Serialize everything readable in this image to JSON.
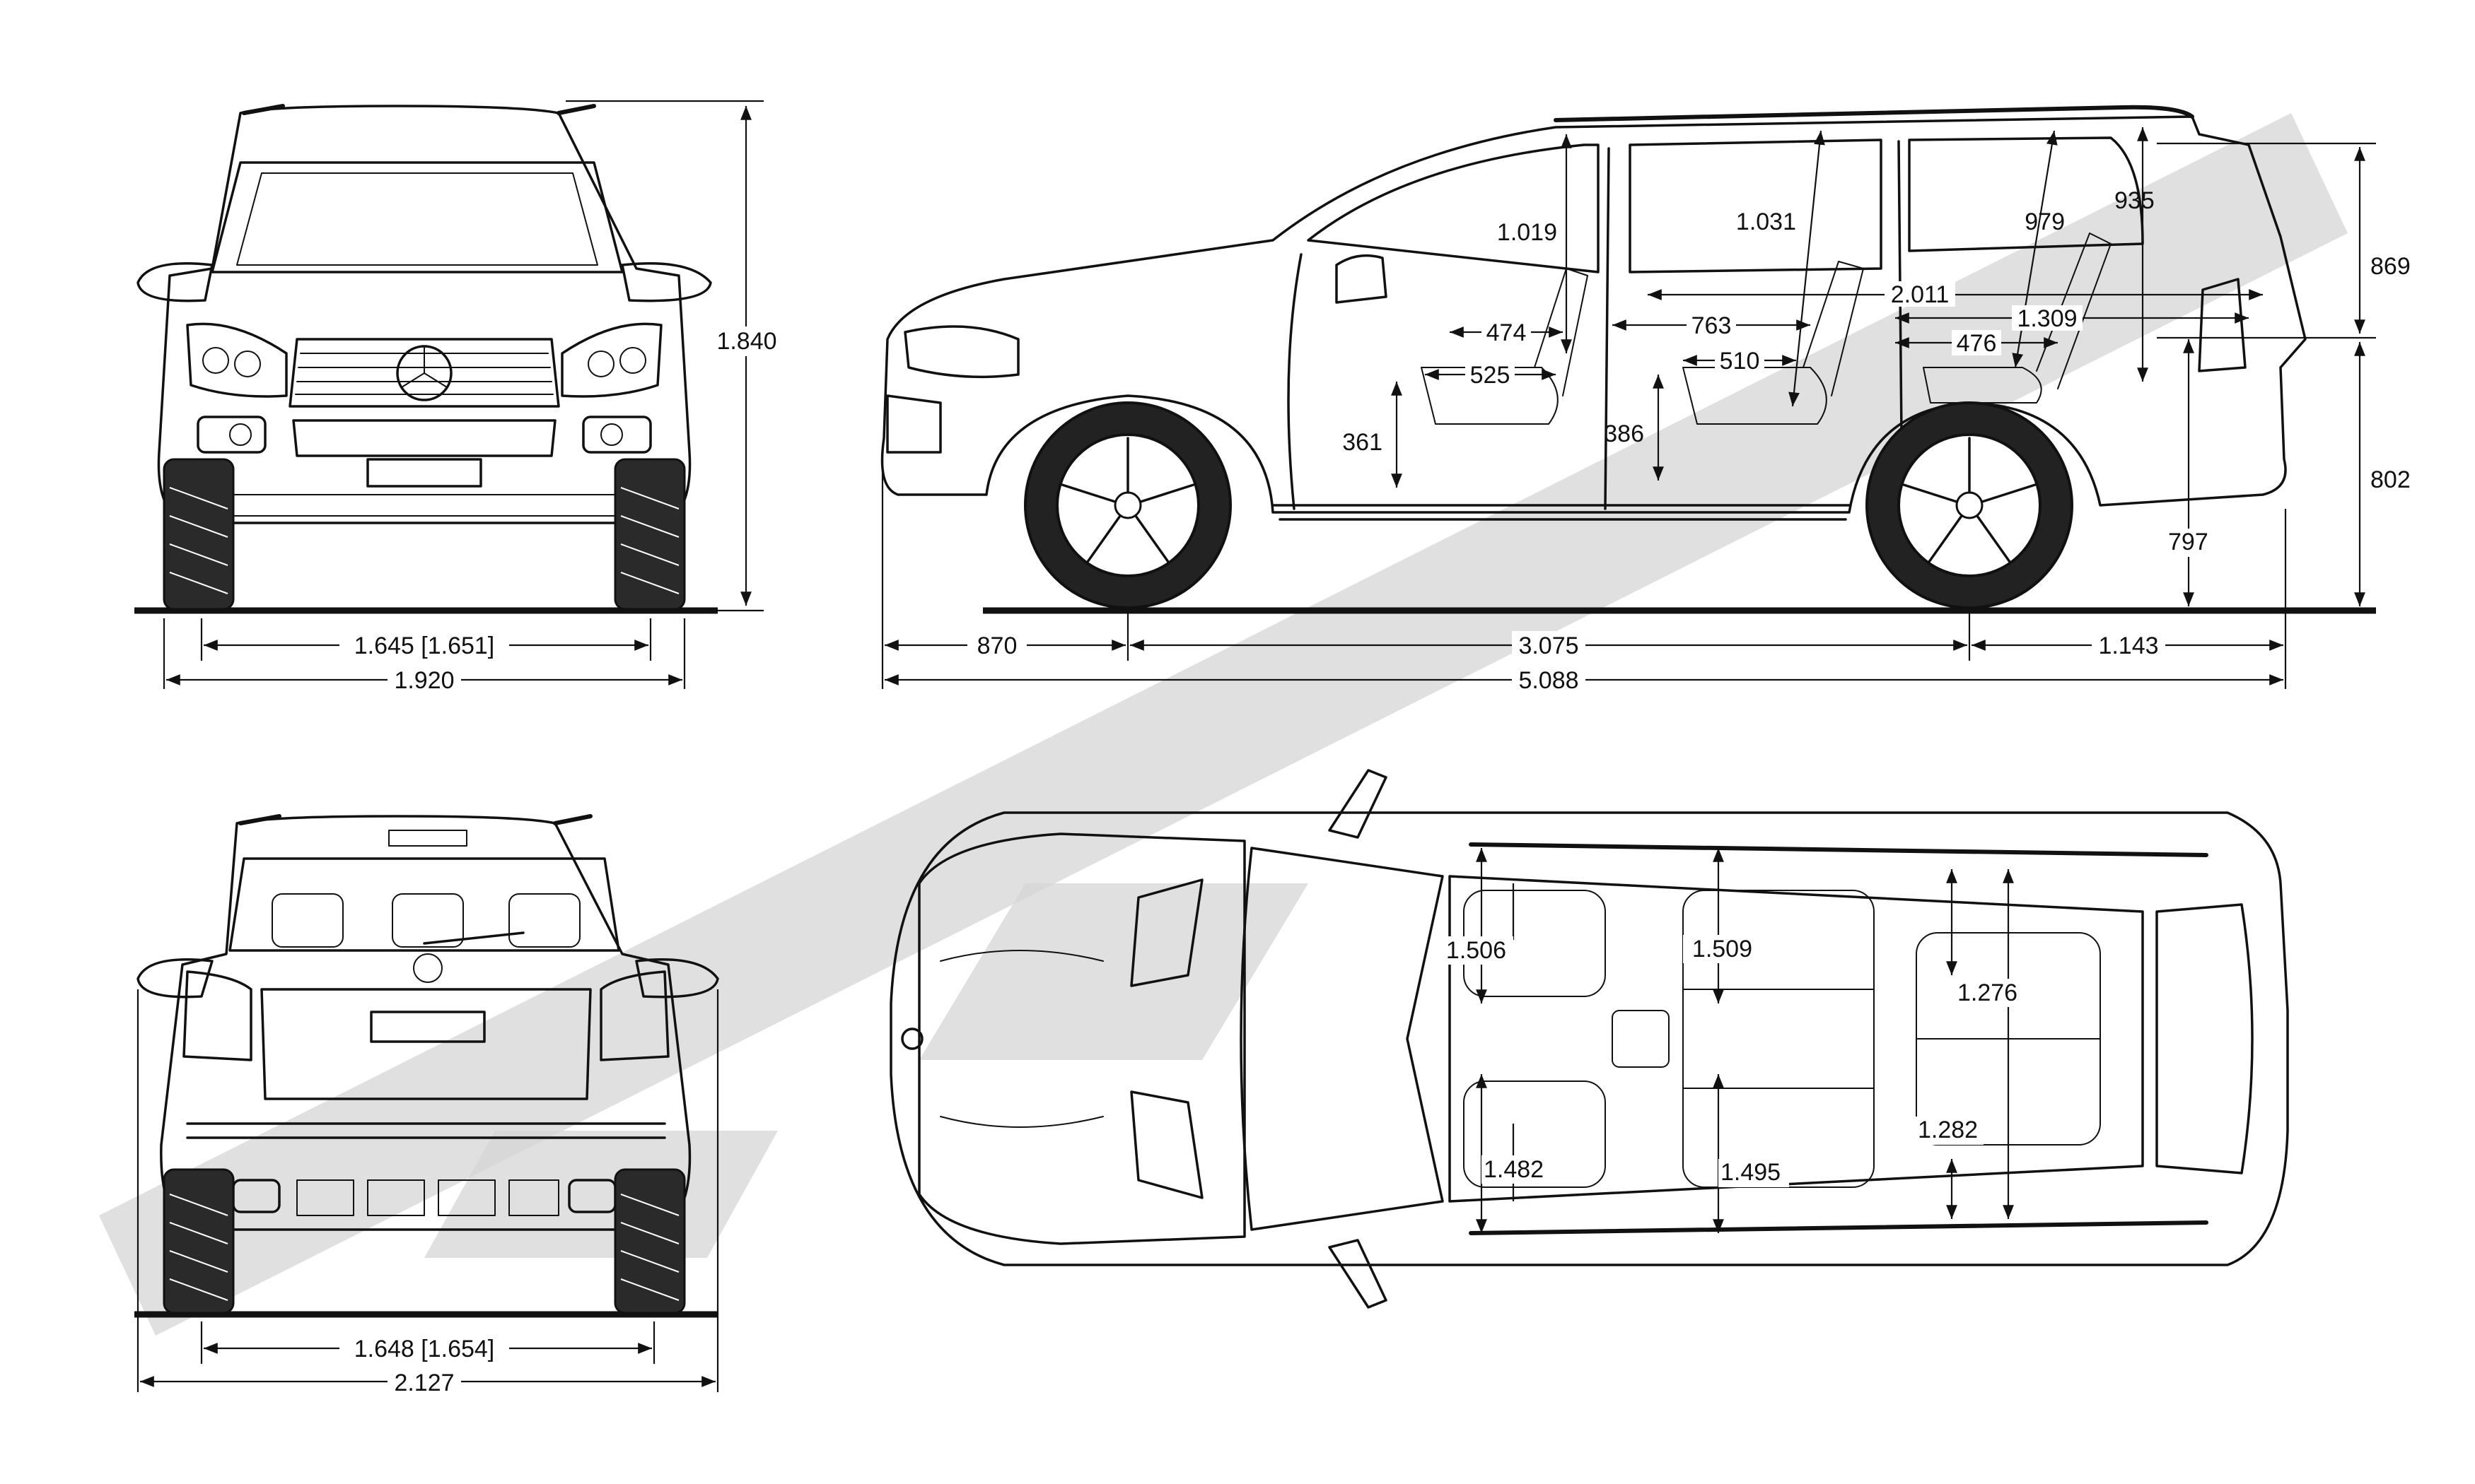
{
  "colors": {
    "ink": "#111111",
    "watermark": "#d6d6d6",
    "background": "#ffffff"
  },
  "front_view": {
    "height": "1.840",
    "track_inner": "1.645 [1.651]",
    "overall_width": "1.920"
  },
  "rear_view": {
    "track_inner": "1.648 [1.654]",
    "overall_width": "2.127"
  },
  "side_view": {
    "front_overhang": "870",
    "wheelbase": "3.075",
    "rear_overhang": "1.143",
    "overall_length": "5.088",
    "headroom_front": "1.019",
    "headroom_second": "1.031",
    "headroom_third": "979",
    "headroom_cargo": "935",
    "seat_depth_front": "474",
    "legroom_second": "763",
    "cargo_length": "2.011",
    "cargo_length_folded": "1.309",
    "seat_depth_third": "476",
    "legroom_front": "525",
    "seat_depth_second": "510",
    "seat_height_front": "361",
    "seat_height_second": "386",
    "cargo_height": "869",
    "load_sill_height": "802",
    "bumper_height": "797"
  },
  "top_view": {
    "shoulder_front": "1.506",
    "shoulder_second": "1.509",
    "shoulder_third": "1.276",
    "hip_front": "1.482",
    "hip_second": "1.495",
    "hip_third": "1.282"
  }
}
